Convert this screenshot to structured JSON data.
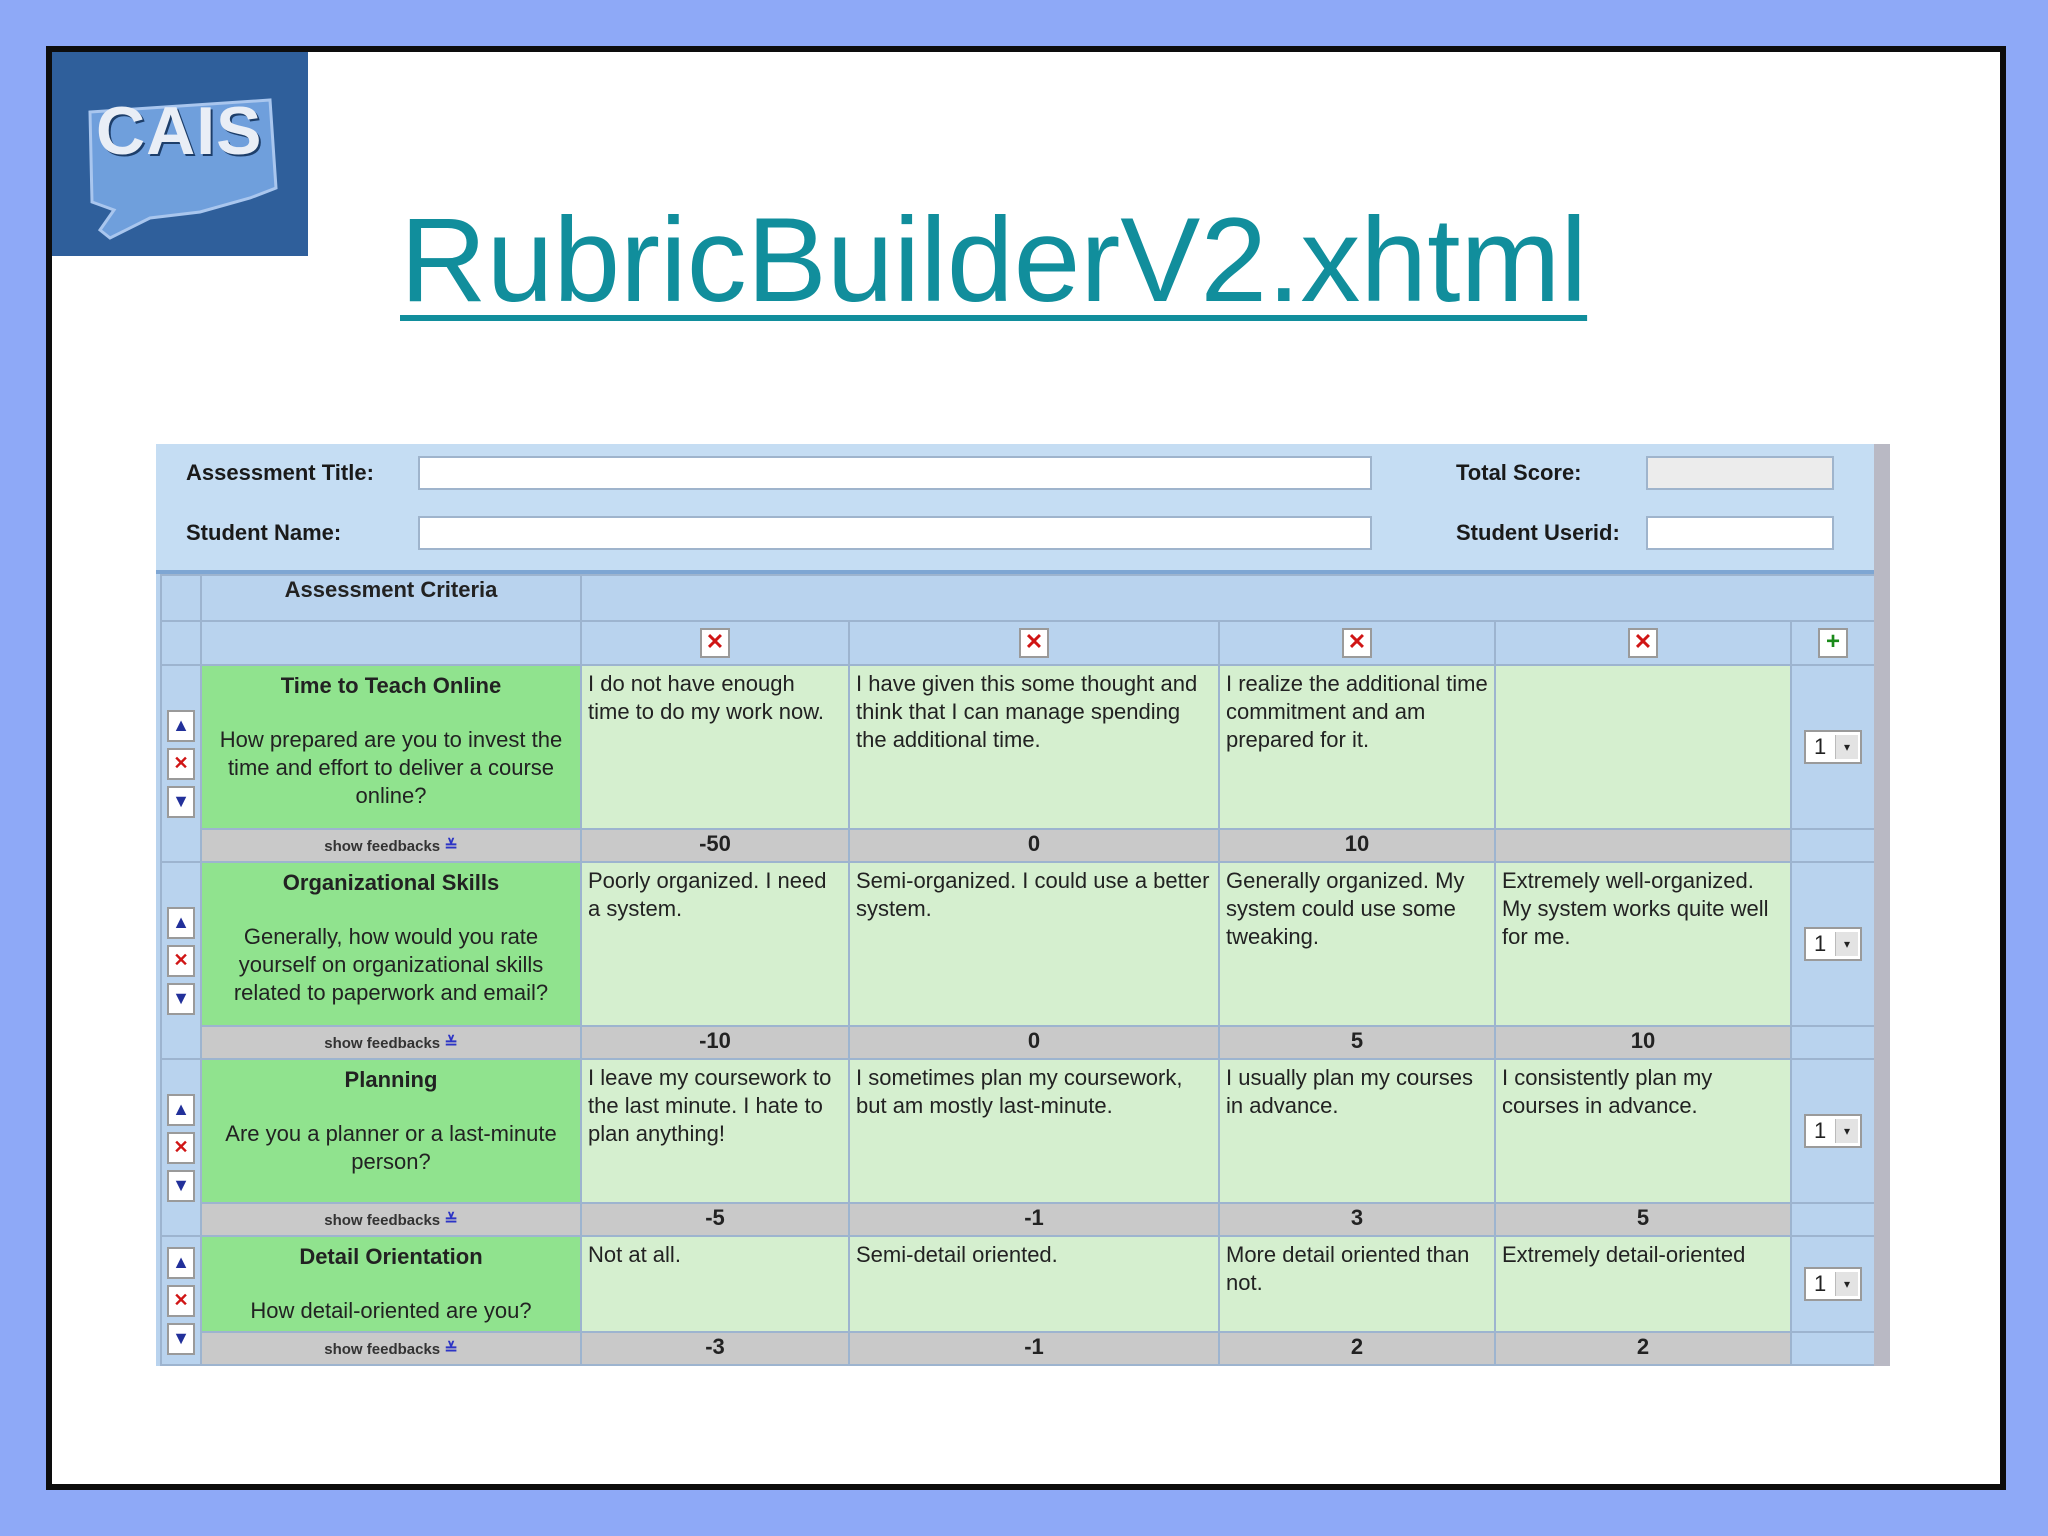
{
  "slide": {
    "logo_text": "CAIS",
    "title": "RubricBuilderV2.xhtml"
  },
  "header": {
    "assessment_title_label": "Assessment Title:",
    "student_name_label": "Student Name:",
    "total_score_label": "Total Score:",
    "student_userid_label": "Student Userid:"
  },
  "table": {
    "criteria_header": "Assessment Criteria",
    "show_feedbacks": "show feedbacks",
    "rows": [
      {
        "title": "Time to Teach Online",
        "question": "How prepared are you to invest the time and effort to deliver a course online?",
        "levels": [
          "I do not have enough time to do my work now.",
          "I have given this some thought and think that I can manage spending the additional time.",
          "I realize the additional time commitment and am prepared for it.",
          ""
        ],
        "scores": [
          "-50",
          "0",
          "10",
          ""
        ],
        "weight": "1"
      },
      {
        "title": "Organizational Skills",
        "question": "Generally, how would you rate yourself on organizational skills related to paperwork and email?",
        "levels": [
          "Poorly organized. I need a system.",
          "Semi-organized. I could use a better system.",
          "Generally organized. My system could use some tweaking.",
          "Extremely well-organized. My system works quite well for me."
        ],
        "scores": [
          "-10",
          "0",
          "5",
          "10"
        ],
        "weight": "1"
      },
      {
        "title": "Planning",
        "question": "Are you a planner or a last-minute person?",
        "levels": [
          "I leave my coursework to the last minute. I hate to plan anything!",
          "I sometimes plan my coursework, but am mostly last-minute.",
          "I usually plan my courses in advance.",
          "I consistently plan my courses in advance."
        ],
        "scores": [
          "-5",
          "-1",
          "3",
          "5"
        ],
        "weight": "1"
      },
      {
        "title": "Detail Orientation",
        "question": "How detail-oriented are you?",
        "levels": [
          "Not at all.",
          "Semi-detail oriented.",
          "More detail oriented than not.",
          "Extremely detail-oriented"
        ],
        "scores": [
          "-3",
          "-1",
          "2",
          "2"
        ],
        "weight": "1"
      }
    ]
  },
  "icons": {
    "up": "▲",
    "down": "▼",
    "delete": "✕",
    "add": "+",
    "expand": "≚",
    "dropdown": "▾"
  },
  "colors": {
    "background": "#8ea9f7",
    "title": "#118e9c",
    "criteria_cell": "#90e38e",
    "description_cell": "#d5efcf",
    "panel": "#b9d3ee"
  }
}
